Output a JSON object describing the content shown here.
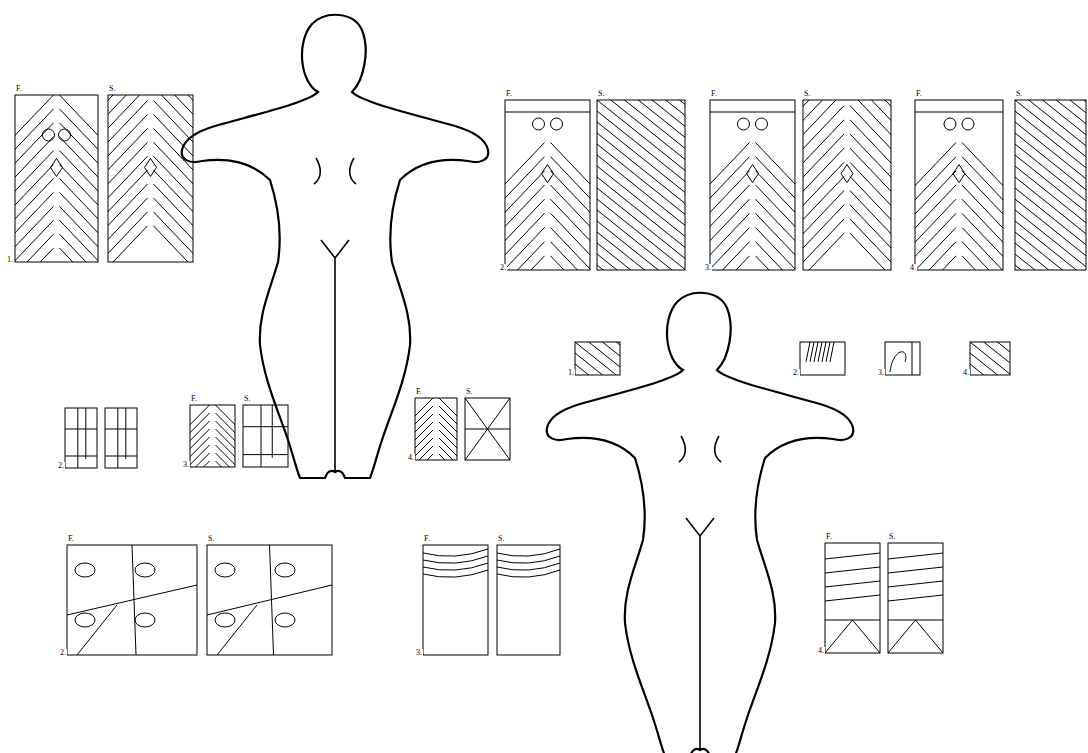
{
  "diagram": {
    "labels": [
      "F.",
      "S.",
      "1.",
      "F.",
      "S.",
      "2.",
      "F.",
      "S.",
      "3.",
      "F.",
      "S.",
      "4.",
      "F.",
      "S.",
      "F.",
      "S.",
      "1.",
      "2.",
      "3.",
      "4.",
      "2.",
      "3.",
      "4.",
      "F.",
      "S.",
      "F.",
      "S.",
      "F.",
      "S.",
      "2.",
      "3.",
      "4."
    ]
  }
}
